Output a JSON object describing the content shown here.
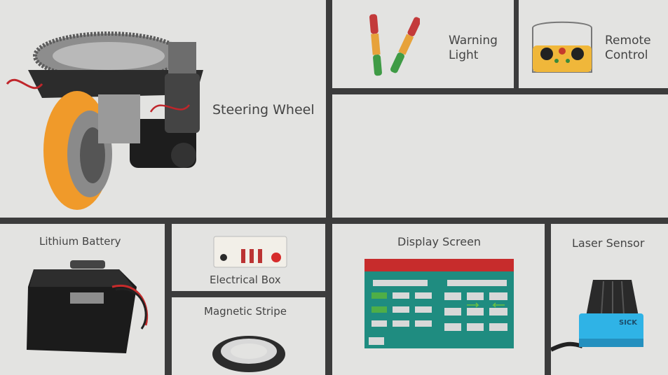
{
  "panels": {
    "steering_wheel": {
      "label": "Steering Wheel"
    },
    "warning_light": {
      "label_line1": "Warning",
      "label_line2": "Light"
    },
    "remote_control": {
      "label_line1": "Remote",
      "label_line2": "Control"
    },
    "lithium_battery": {
      "label": "Lithium Battery"
    },
    "electrical_box": {
      "label": "Electrical Box"
    },
    "magnetic_stripe": {
      "label": "Magnetic Stripe"
    },
    "display_screen": {
      "label": "Display Screen"
    },
    "laser_sensor": {
      "label": "Laser Sensor",
      "brand": "SICK"
    }
  },
  "colors": {
    "panel_bg": "#e3e3e1",
    "divider": "#3c3c3c",
    "wheel_tread": "#f09a2a",
    "screen_blue": "#1c2f8a",
    "screen_teal": "#1f8c80",
    "sensor_blue": "#2fb3e6"
  }
}
